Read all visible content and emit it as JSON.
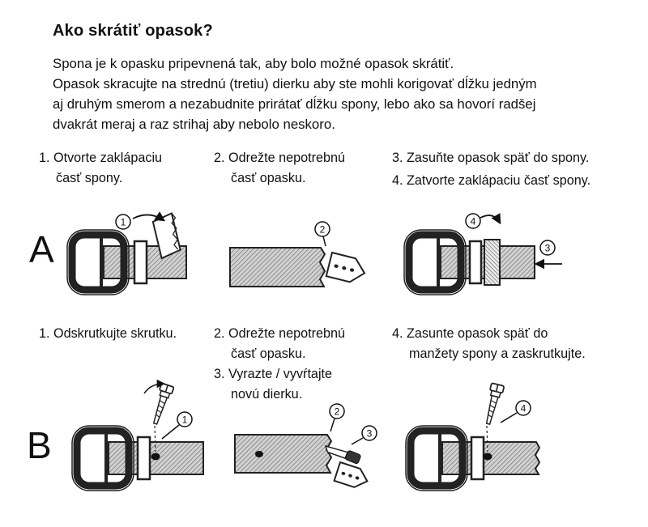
{
  "doc": {
    "title": "Ako skrátiť opasok?",
    "intro_lines": [
      "Spona je k opasku pripevnená tak, aby bolo možné opasok skrátiť.",
      "Opasok skracujte na strednú (tretiu) dierku aby ste mohli korigovať dĺžku jedným",
      "aj druhým smerom a nezabudnite prirátať dĺžku spony, lebo ako sa hovorí radšej",
      "dvakrát meraj a raz strihaj aby nebolo neskoro."
    ]
  },
  "section_a": {
    "label": "A",
    "step1": "1. Otvorte zaklápaciu časť spony.",
    "step2": "2. Odrežte nepotrebnú časť opasku.",
    "step3": "3. Zasuňte opasok späť do spony.",
    "step4": "4. Zatvorte zaklápaciu časť spony.",
    "marker1": "1",
    "marker2": "2",
    "marker3": "3",
    "marker4": "4"
  },
  "section_b": {
    "label": "B",
    "step1": "1. Odskrutkujte skrutku.",
    "step2": "2. Odrežte nepotrebnú časť opasku.",
    "step3": "3. Vyrazte / vyvŕtajte novú dierku.",
    "step4": "4. Zasunte opasok späť do manžety spony a zaskrutkujte.",
    "marker1": "1",
    "marker2": "2",
    "marker3": "3",
    "marker4": "4"
  }
}
